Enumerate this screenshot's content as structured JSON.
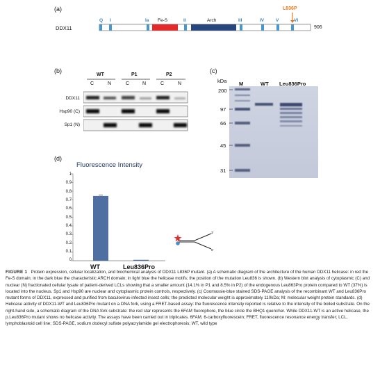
{
  "panelA": {
    "label": "(a)",
    "protein": "DDX11",
    "length": "906",
    "mutation": "L836P",
    "domains": {
      "fes": "Fe-S",
      "arch": "Arch"
    },
    "motifs": [
      "Q",
      "I",
      "Ia",
      "II",
      "III",
      "IV",
      "V",
      "VI"
    ],
    "colors": {
      "fes": "#e32b2b",
      "arch": "#27467d",
      "motif": "#4a97c9",
      "mutation": "#e87a1a"
    }
  },
  "panelB": {
    "label": "(b)",
    "groups": [
      "WT",
      "P1",
      "P2"
    ],
    "lanes": [
      "C",
      "N",
      "C",
      "N",
      "C",
      "N"
    ],
    "rows": [
      "DDX11",
      "Hsp90 (C)",
      "Sp1 (N)"
    ]
  },
  "panelC": {
    "label": "(c)",
    "unit": "kDa",
    "lanes": [
      "M",
      "WT",
      "Leu836Pro"
    ],
    "markers": [
      "200",
      "97",
      "66",
      "45",
      "31"
    ]
  },
  "panelD": {
    "label": "(d)",
    "chart_data": {
      "type": "bar",
      "title": "Fluorescence Intensity",
      "categories": [
        "WT",
        "Leu836Pro"
      ],
      "values": [
        0.745,
        0.01
      ],
      "ylim": [
        0,
        1
      ],
      "yticks": [
        "0",
        "0.1",
        "0.2",
        "0.3",
        "0.4",
        "0.5",
        "0.6",
        "0.7",
        "0.8",
        "0.9",
        "1"
      ],
      "color": "#4f6fa3"
    },
    "substrate": {
      "three_prime": "3'",
      "five_prime": "5'"
    }
  },
  "caption": {
    "figure_label": "FIGURE 1",
    "text": "Protein expression, cellular localization, and biochemical analysis of DDX11 L836P mutant. (a) A schematic diagram of the architecture of the human DDX11 helicase: in red the Fe-S domain; in the dark blue the characteristic ARCH domain; in light blue the helicase motifs; the position of the mutation Leu836 is shown. (b) Western blot analysis of cytoplasmic (C) and nuclear (N) fractionated cellular lysate of patient-derived LCLs showing that a smaller amount (14.1% in P1 and 8.5% in P2) of the endogenous Leu863Pro protein compared to WT (37%) is located into the nucleus. Sp1 and Hsp90 are nuclear and cytoplasmic protein controls, respectively. (c) Coomassie-blue stained SDS-PAGE analysis of the recombinant WT and Leu836Pro mutant forms of DDX11, expressed and purified from baculovirus-infected insect cells; the predicted molecular weight is approximately 110kDa; M: molecular weight protein standards. (d) Helicase activity of DDX11-WT and Leu836Pro mutant on a DNA fork, using a FRET-based assay: the fluorescence intensity reported is relative to the intensity of the boiled substrate. On the right-hand side, a schematic diagram of the DNA fork substrate: the red star represents the 6FAM fluorophore, the blue circle the BHQ1 quencher. While DDX11-WT is an active helicase, the p.Leu836Pro mutant shows no helicase activity. The assays have been carried out in triplicates. 6FAM, 6-carboxyfluorescein; FRET, fluorescence resonance energy transfer; LCL, lymphoblastoid cell line; SDS-PAGE, sodium dodecyl sulfate polyacrylamide gel electrophoresis; WT, wild type"
  }
}
